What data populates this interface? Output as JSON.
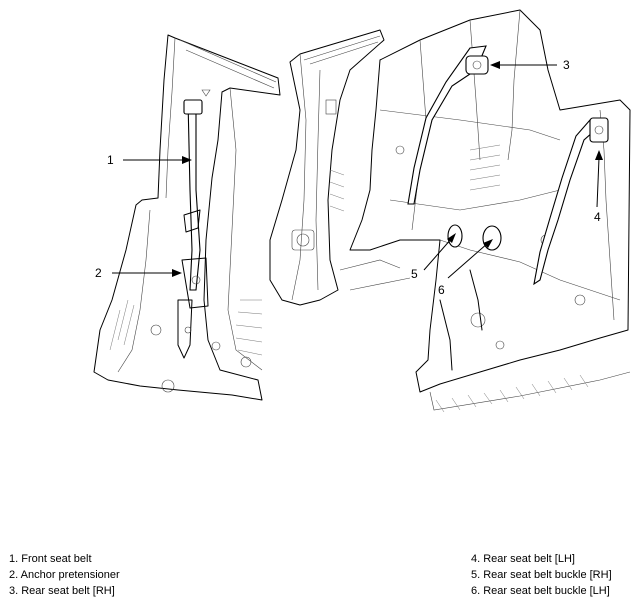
{
  "callouts": [
    {
      "id": "1",
      "label": "1"
    },
    {
      "id": "2",
      "label": "2"
    },
    {
      "id": "3",
      "label": "3"
    },
    {
      "id": "4",
      "label": "4"
    },
    {
      "id": "5",
      "label": "5"
    },
    {
      "id": "6",
      "label": "6"
    }
  ],
  "legend": {
    "left": [
      "1. Front seat belt",
      "2. Anchor pretensioner",
      "3. Rear seat belt [RH]"
    ],
    "right": [
      "4. Rear seat belt [LH]",
      "5. Rear seat belt buckle [RH]",
      "6. Rear seat belt buckle [LH]"
    ]
  }
}
